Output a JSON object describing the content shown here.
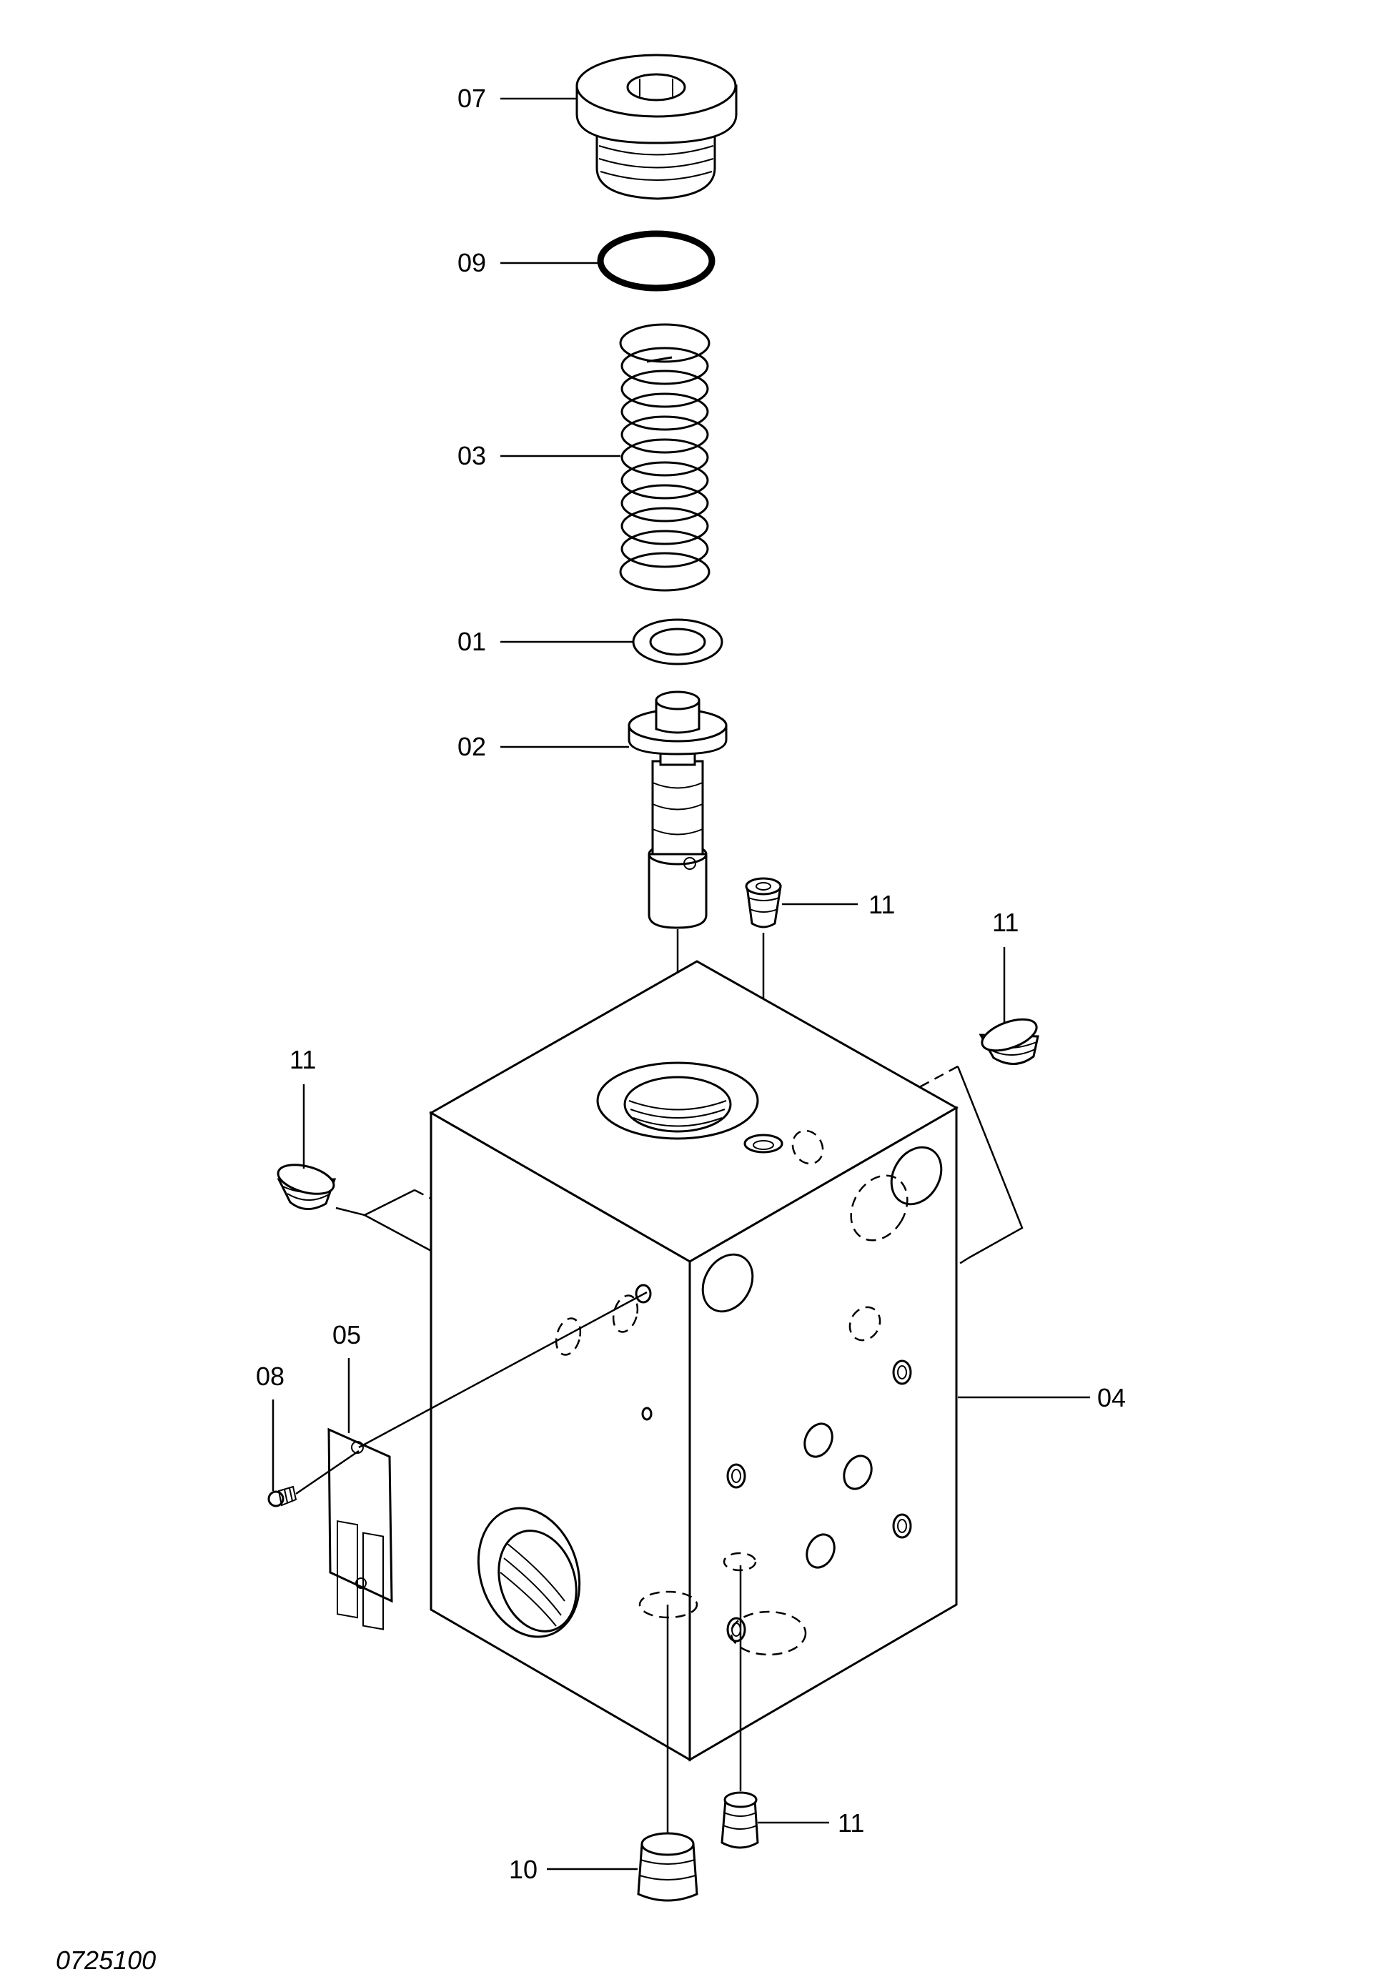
{
  "callouts": {
    "plug_top": "07",
    "o_ring": "09",
    "spring": "03",
    "washer": "01",
    "spool": "02",
    "plug_top_right": "11",
    "plug_right": "11",
    "plug_left": "11",
    "plate": "05",
    "screw": "08",
    "block": "04",
    "plug_bottom_right": "11",
    "plug_bottom": "10"
  },
  "figure_id": "0725100"
}
